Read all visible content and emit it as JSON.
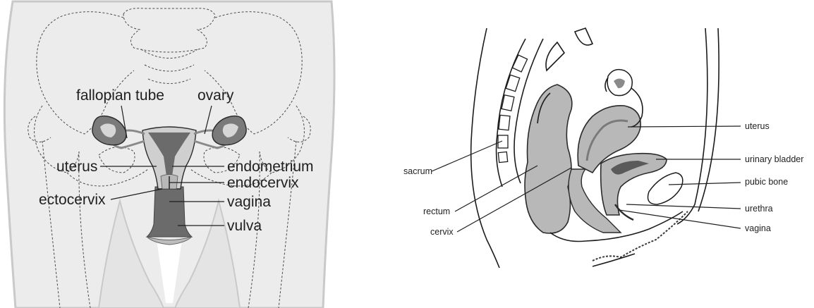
{
  "front_view": {
    "labels": {
      "fallopian_tube": "fallopian tube",
      "ovary": "ovary",
      "uterus": "uterus",
      "endometrium": "endometrium",
      "endocervix": "endocervix",
      "ectocervix": "ectocervix",
      "vagina": "vagina",
      "vulva": "vulva"
    }
  },
  "side_view": {
    "labels": {
      "uterus": "uterus",
      "urinary_bladder": "urinary bladder",
      "pubic_bone": "pubic bone",
      "sacrum": "sacrum",
      "rectum": "rectum",
      "urethra": "urethra",
      "cervix": "cervix",
      "vagina": "vagina"
    }
  },
  "colors": {
    "front_background": "#ececec",
    "front_border": "#c9c9c9",
    "uterus_light": "#cfcfcf",
    "uterus_dark": "#6b6b6b",
    "ovary_dark": "#7a7a7a",
    "organ_grey": "#b8b8b8",
    "organ_mid": "#9a9a9a",
    "line": "#1c1c1c"
  }
}
